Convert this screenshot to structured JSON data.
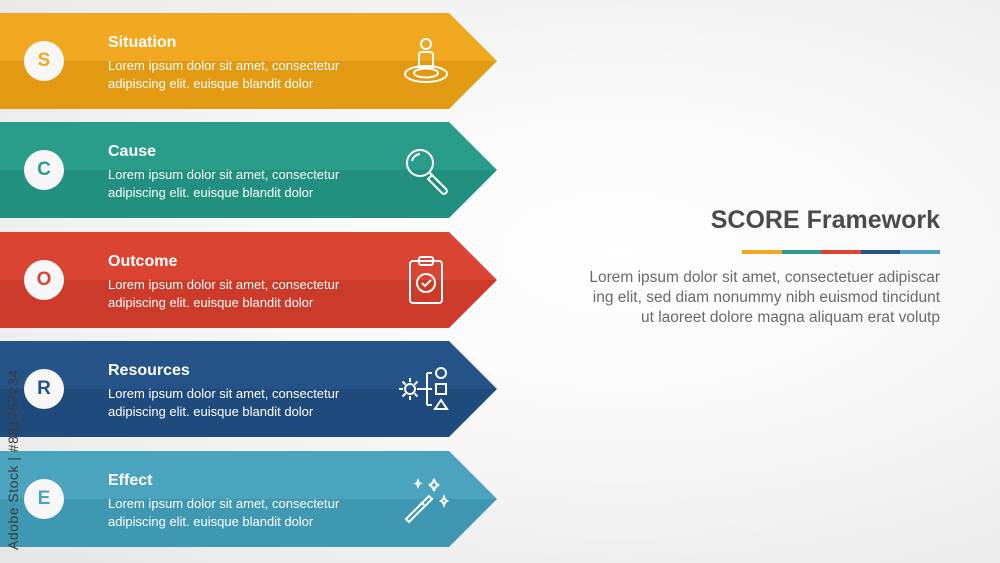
{
  "items": [
    {
      "letter": "S",
      "title": "Situation",
      "line1": "Lorem ipsum dolor sit amet, consectetur",
      "line2": "adipiscing elit. euisque blandit dolor",
      "color": "#f0a820",
      "dark": "#e19a12",
      "icon": "person-target-icon"
    },
    {
      "letter": "C",
      "title": "Cause",
      "line1": "Lorem ipsum dolor sit amet, consectetur",
      "line2": "adipiscing elit. euisque blandit dolor",
      "color": "#2a9d8a",
      "dark": "#21907e",
      "icon": "magnifier-icon"
    },
    {
      "letter": "O",
      "title": "Outcome",
      "line1": "Lorem ipsum dolor sit amet, consectetur",
      "line2": "adipiscing elit. euisque blandit dolor",
      "color": "#d94433",
      "dark": "#cc3a2a",
      "icon": "clipboard-check-icon"
    },
    {
      "letter": "R",
      "title": "Resources",
      "line1": "Lorem ipsum dolor sit amet, consectetur",
      "line2": "adipiscing elit. euisque blandit dolor",
      "color": "#265387",
      "dark": "#1f4a7c",
      "icon": "gear-shapes-icon"
    },
    {
      "letter": "E",
      "title": "Effect",
      "line1": "Lorem ipsum dolor sit amet, consectetur",
      "line2": "adipiscing elit. euisque blandit dolor",
      "color": "#4aa4be",
      "dark": "#3f98b2",
      "icon": "magic-wand-icon"
    }
  ],
  "heading": "SCORE Framework",
  "paragraph": {
    "line1": "Lorem ipsum dolor sit amet, consectetuer adipiscar",
    "line2": "ing elit, sed diam nonummy nibh euismod tincidunt",
    "line3": "ut laoreet dolore magna aliquam erat volutp"
  },
  "divider_colors": [
    "#f0a820",
    "#2a9d8a",
    "#d94433",
    "#265387",
    "#4aa4be"
  ],
  "side_text": "Adobe Stock | #881757234"
}
